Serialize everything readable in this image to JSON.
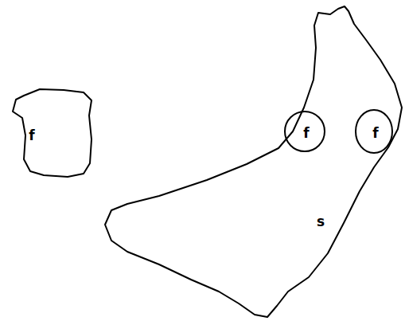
{
  "diagram": {
    "nodes": [
      {
        "text": [
          "f"
        ]
      },
      {
        "text": [
          "s"
        ]
      },
      {
        "text": [
          "f"
        ],
        "in": 1
      },
      {
        "text": [
          "f"
        ],
        "in": 1
      }
    ]
  }
}
